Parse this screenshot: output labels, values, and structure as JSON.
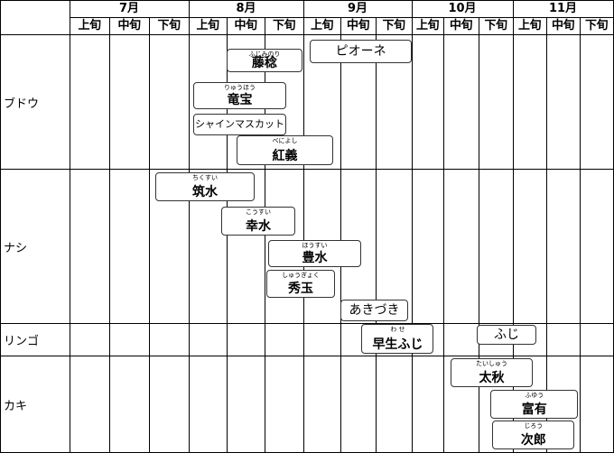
{
  "months": [
    "7月",
    "8月",
    "9月",
    "10月",
    "11月"
  ],
  "periods": [
    "上旬",
    "中旬",
    "下旬"
  ],
  "fruits": [
    {
      "name": "ブドウ",
      "varieties": [
        {
          "name": "藤稔",
          "ruby": "ふじみのり",
          "start": 4.0,
          "end": 5.97
        },
        {
          "name": "ピオーネ",
          "ruby": "",
          "start": 6.18,
          "end": 9.0
        },
        {
          "name": "竜宝",
          "ruby": "りゅうほう",
          "start": 3.12,
          "end": 5.56
        },
        {
          "name": "シャインマスカット",
          "ruby": "",
          "start": 3.12,
          "end": 5.56
        },
        {
          "name": "紅義",
          "ruby": "べによし",
          "start": 4.27,
          "end": 6.8
        }
      ]
    },
    {
      "name": "ナシ",
      "varieties": [
        {
          "name": "筑水",
          "ruby": "ちくすい",
          "start": 2.15,
          "end": 4.75
        },
        {
          "name": "幸水",
          "ruby": "こうすい",
          "start": 3.85,
          "end": 5.8
        },
        {
          "name": "豊水",
          "ruby": "ほうすい",
          "start": 5.1,
          "end": 7.58
        },
        {
          "name": "秀玉",
          "ruby": "しゅうぎょく",
          "start": 5.05,
          "end": 6.85
        },
        {
          "name": "あきづき",
          "ruby": "",
          "start": 7.0,
          "end": 8.9
        }
      ]
    },
    {
      "name": "リンゴ",
      "varieties": [
        {
          "name": "早生ふじ",
          "ruby": "わ せ",
          "start": 7.6,
          "end": 9.7
        },
        {
          "name": "ふじ",
          "ruby": "",
          "start": 10.95,
          "end": 12.7
        }
      ]
    },
    {
      "name": "カキ",
      "varieties": [
        {
          "name": "太秋",
          "ruby": "たいしゅう",
          "start": 10.2,
          "end": 12.6
        },
        {
          "name": "富有",
          "ruby": "ふゆう",
          "start": 11.35,
          "end": 13.95
        },
        {
          "name": "次郎",
          "ruby": "じろう",
          "start": 11.4,
          "end": 13.85
        }
      ]
    }
  ]
}
